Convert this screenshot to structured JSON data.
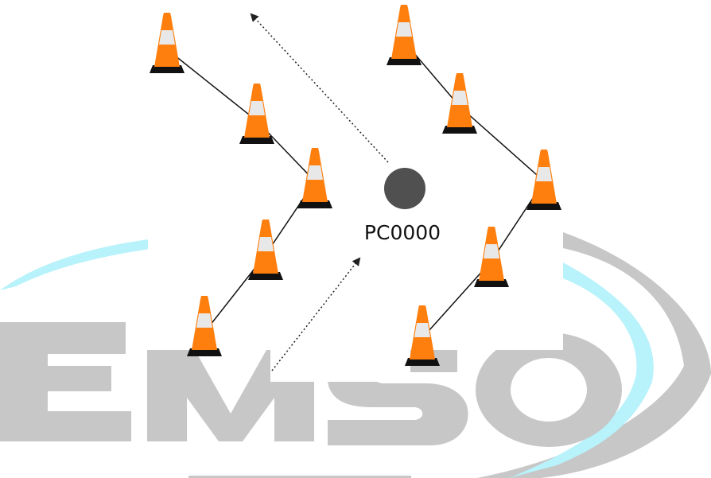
{
  "robot": {
    "label": "PC0000",
    "color": "#505050"
  },
  "watermark": {
    "text": "EMSO",
    "letter_color": "#c7c7c7",
    "swoosh_colors": [
      "#b8f2fb",
      "#c7c7c7"
    ]
  },
  "cones": {
    "body_color": "#ff7f0e",
    "band_color": "#e8e8e8",
    "base_color": "#111111",
    "left_row_count": 5,
    "right_row_count": 5
  },
  "arrows": {
    "style": "dotted",
    "color": "#222222",
    "count": 2
  }
}
